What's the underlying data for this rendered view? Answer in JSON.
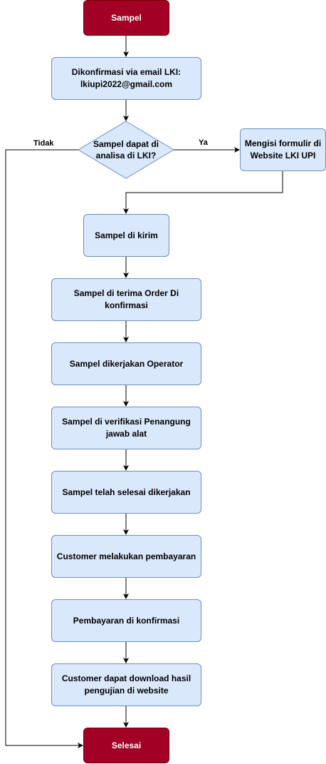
{
  "colors": {
    "process_fill": "#dae8fc",
    "process_stroke": "#6c8ebf",
    "terminal_fill": "#a20025",
    "terminal_stroke": "#6f0000",
    "terminal_text": "#ffffff",
    "line": "#000000"
  },
  "nodes": {
    "start": "Sampel",
    "confirm_email": "Dikonfirmasi via email LKI: lkiupi2022@gmail.com",
    "decision": "Sampel dapat di analisa di LKI?",
    "fill_form": "Mengisi formulir di Website LKI UPI",
    "sample_sent": "Sampel di kirim",
    "order_confirmed": "Sampel di terima Order Di konfirmasi",
    "operator_work": "Sampel dikerjakan Operator",
    "verification": "Sampel di verifikasi Penangung jawab alat",
    "completed": "Sampel telah selesai dikerjakan",
    "payment": "Customer melakukan pembayaran",
    "payment_confirmed": "Pembayaran di konfirmasi",
    "download": "Customer dapat download hasil pengujian di website",
    "end": "Selesai"
  },
  "edge_labels": {
    "yes": "Ya",
    "no": "Tidak"
  }
}
